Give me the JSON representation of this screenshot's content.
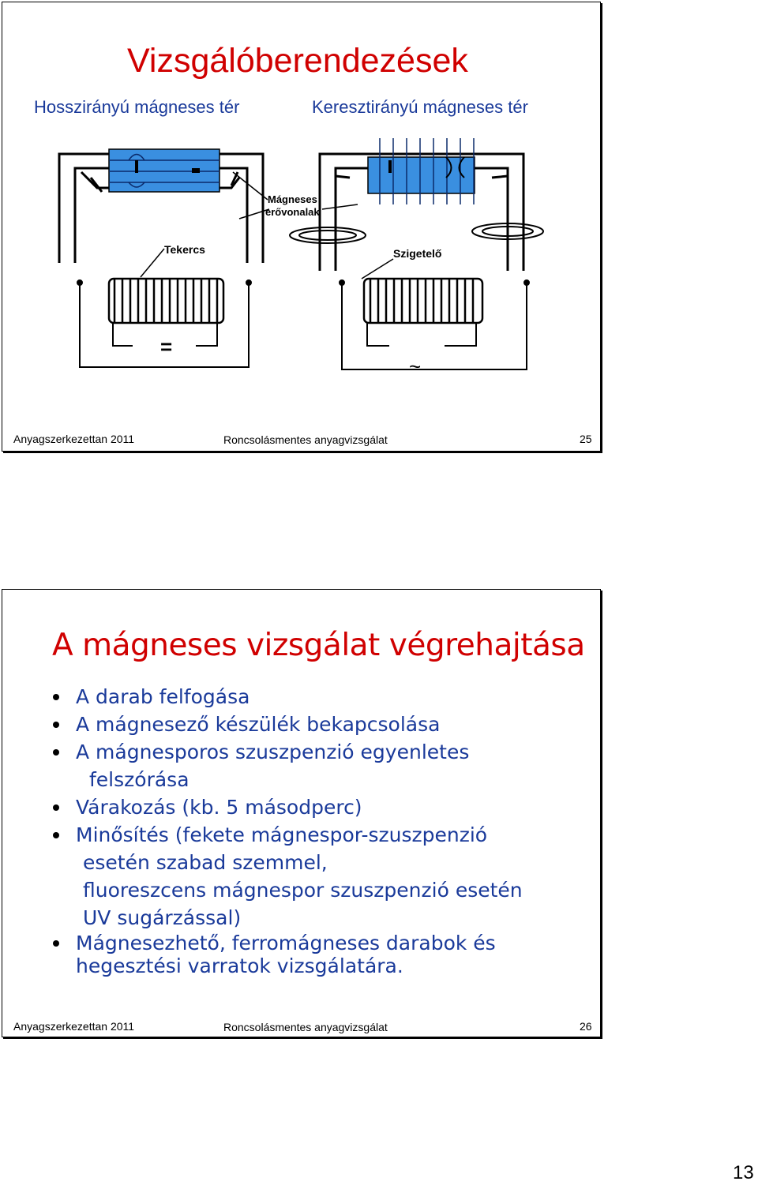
{
  "slide1": {
    "title": "Vizsgálóberendezések",
    "subtitle_left": "Hosszirányú mágneses tér",
    "subtitle_right": "Keresztirányú mágneses tér",
    "diagram_labels": {
      "field_lines_1": "Mágneses",
      "field_lines_2": "erővonalak",
      "coil": "Tekercs",
      "insulator": "Szigetelő",
      "dc_symbol": "=",
      "ac_symbol": "~"
    },
    "footer_left": "Anyagszerkezettan 2011",
    "footer_center": "Roncsolásmentes anyagvizsgálat",
    "page": "25"
  },
  "slide2": {
    "title": "A mágneses vizsgálat végrehajtása",
    "bullets": {
      "b1": "A darab felfogása",
      "b2": "A mágnesező készülék bekapcsolása",
      "b3a": "A mágnesporos szuszpenzió egyenletes",
      "b3b": "felszórása",
      "b4": "Várakozás (kb. 5 másodperc)",
      "b5a": "Minősítés (fekete mágnespor-szuszpenzió",
      "b5b": "esetén szabad szemmel,",
      "b5c": "fluoreszcens mágnespor szuszpenzió esetén",
      "b5d": "UV sugárzással)",
      "b6a": "Mágnesezhető, ferromágneses darabok és",
      "b6b": "hegesztési varratok vizsgálatára."
    },
    "footer_left": "Anyagszerkezettan 2011",
    "footer_center": "Roncsolásmentes anyagvizsgálat",
    "page": "26"
  },
  "sheet_page": "13",
  "colors": {
    "title": "#d00000",
    "subtitle": "#1a3a9a",
    "specimen": "#3a8fe0"
  }
}
